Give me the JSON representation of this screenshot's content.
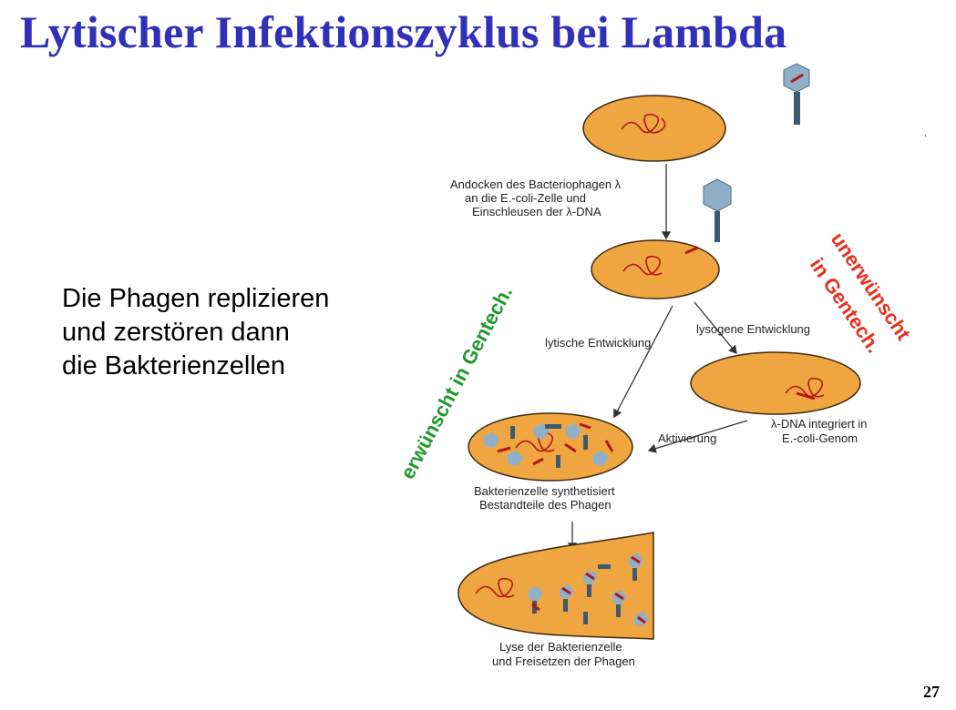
{
  "title": "Lytischer Infektionszyklus bei Lambda",
  "description": {
    "line1": "Die Phagen replizieren",
    "line2": "und zerstören dann",
    "line3": "die Bakterienzellen"
  },
  "page_number": "27",
  "labels": {
    "desired": "erwünscht in Gentech.",
    "undesired_line1": "unerwünscht",
    "undesired_line2": "in Gentech."
  },
  "captions": {
    "attach": [
      "Andocken des Bacteriophagen λ",
      "an die E.-coli-Zelle und",
      "Einschleusen der λ-DNA"
    ],
    "lytic": "lytische Entwicklung",
    "lysogenic": "lysogene Entwicklung",
    "integrated": [
      "λ-DNA integriert in",
      "E.-coli-Genom"
    ],
    "activation": "Aktivierung",
    "synthesize": [
      "Bakterienzelle synthetisiert",
      "Bestandteile des Phagen"
    ],
    "lysis": [
      "Lyse der Bakterienzelle",
      "und Freisetzen der Phagen"
    ]
  },
  "colors": {
    "title": "#3030b8",
    "cell_fill": "#f0a640",
    "cell_stroke": "#3a2a10",
    "dna": "#b01818",
    "phage_head": "#8fb0c8",
    "phage_tail": "#3c5a70",
    "desired": "#1e9a2a",
    "undesired": "#e6301e"
  }
}
